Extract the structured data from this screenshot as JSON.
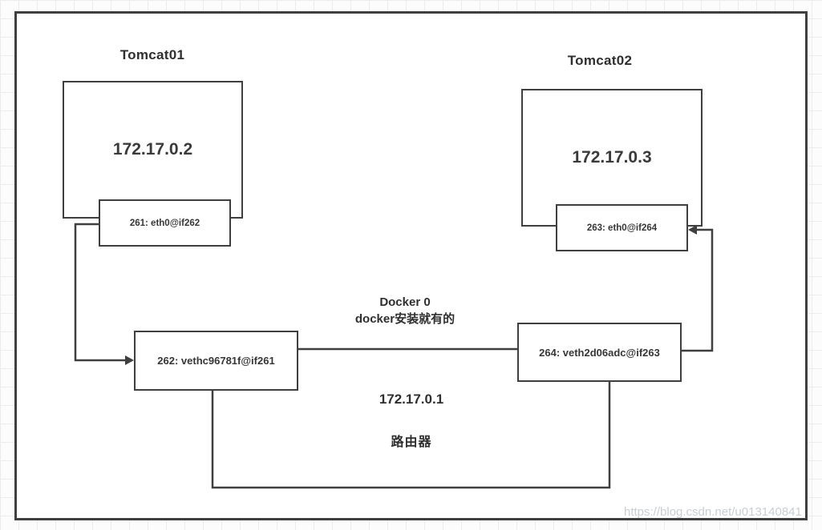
{
  "nodes": {
    "tomcat01": {
      "title": "Tomcat01",
      "ip": "172.17.0.2",
      "iface": "261: eth0@if262"
    },
    "tomcat02": {
      "title": "Tomcat02",
      "ip": "172.17.0.3",
      "iface": "263: eth0@if264"
    },
    "veth_left": {
      "label": "262: vethc96781f@if261"
    },
    "veth_right": {
      "label": "264: veth2d06adc@if263"
    },
    "docker0": {
      "name": "Docker 0",
      "note": "docker安装就有的",
      "ip": "172.17.0.1",
      "role": "路由器"
    }
  },
  "watermark": "https://blog.csdn.net/u013140841",
  "colors": {
    "line": "#3f3f3f",
    "text": "#2f2f2f",
    "watermark_text": "#c9ced3",
    "grid": "#ececec",
    "canvas": "#ffffff"
  }
}
